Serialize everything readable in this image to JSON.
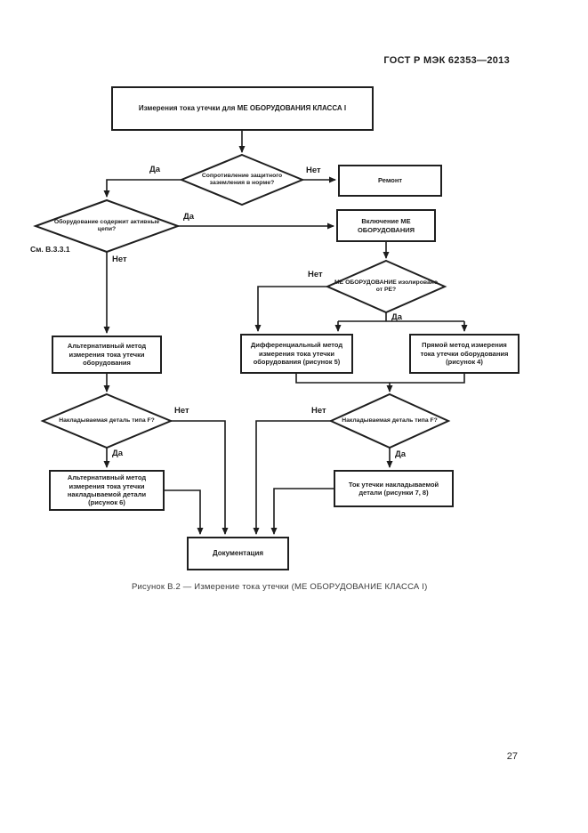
{
  "page": {
    "header": "ГОСТ Р МЭК 62353—2013",
    "caption": "Рисунок В.2 — Измерение тока утечки (МЕ ОБОРУДОВАНИЕ КЛАССА I)",
    "page_number": "27"
  },
  "flowchart": {
    "start": "Измерения тока утечки для МЕ ОБОРУДОВАНИЯ КЛАССА I",
    "decision_ground": "Сопротивление защитного заземления в норме?",
    "repair": "Ремонт",
    "decision_active": "Оборудование содержит активные цепи?",
    "see_ref": "См. В.3.3.1",
    "power_on": "Включение МЕ ОБОРУДОВАНИЯ",
    "decision_isolated": "МЕ ОБОРУДОВАНИЕ изолировано от РЕ?",
    "alt_equipment": "Альтернативный метод измерения тока утечки оборудования",
    "diff_method": "Дифференциальный метод измерения тока утечки оборудования (рисунок 5)",
    "direct_method": "Прямой метод измерения тока утечки оборудования (рисунок 4)",
    "decision_applied_left": "Накладываемая деталь типа F?",
    "decision_applied_right": "Накладываемая деталь типа F?",
    "alt_applied": "Альтернативный метод измерения тока утечки накладываемой детали (рисунок 6)",
    "leak_applied": "Ток утечки накладываемой детали (рисунки 7, 8)",
    "documentation": "Документация",
    "labels": {
      "yes": "Да",
      "no": "Нет"
    }
  }
}
